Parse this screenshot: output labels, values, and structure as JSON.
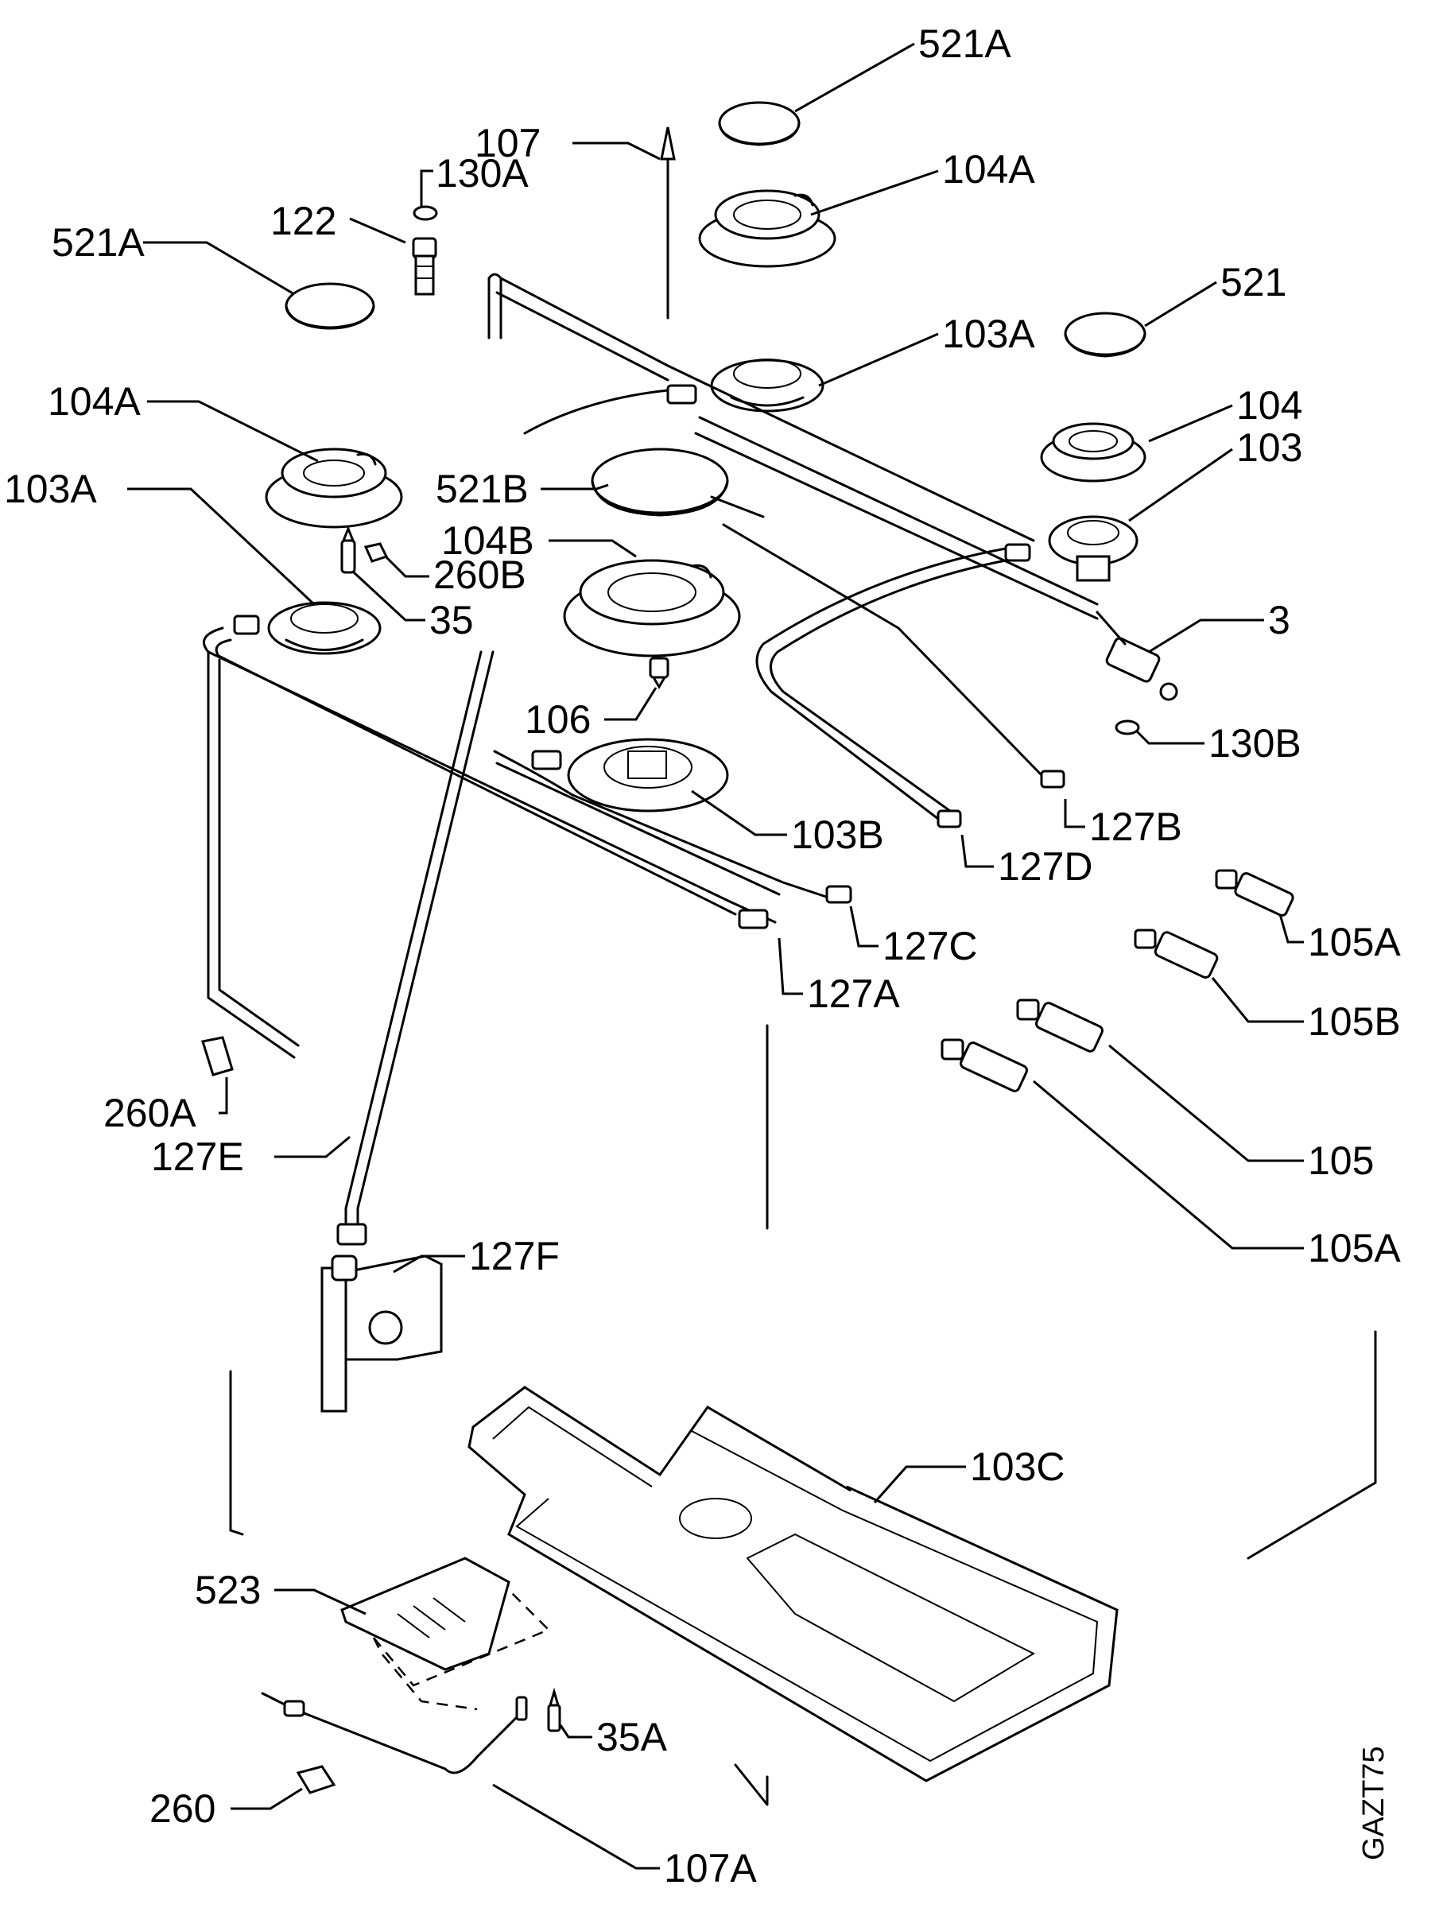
{
  "labels": {
    "l521a_top": "521A",
    "l107": "107",
    "l130a": "130A",
    "l104a_top": "104A",
    "l122": "122",
    "l521a_left": "521A",
    "l521": "521",
    "l103a_top": "103A",
    "l104a_left": "104A",
    "l104": "104",
    "l103": "103",
    "l103a_left": "103A",
    "l521b": "521B",
    "l104b": "104B",
    "l260b": "260B",
    "l35": "35",
    "l3": "3",
    "l106": "106",
    "l130b": "130B",
    "l127b": "127B",
    "l103b": "103B",
    "l127d": "127D",
    "l127c": "127C",
    "l105a_top": "105A",
    "l127a": "127A",
    "l105b": "105B",
    "l260a": "260A",
    "l127e": "127E",
    "l105": "105",
    "l105a_bottom": "105A",
    "l127f": "127F",
    "l103c": "103C",
    "l523": "523",
    "l35a": "35A",
    "l260": "260",
    "l107a": "107A"
  },
  "drawing_code": "GAZT75"
}
